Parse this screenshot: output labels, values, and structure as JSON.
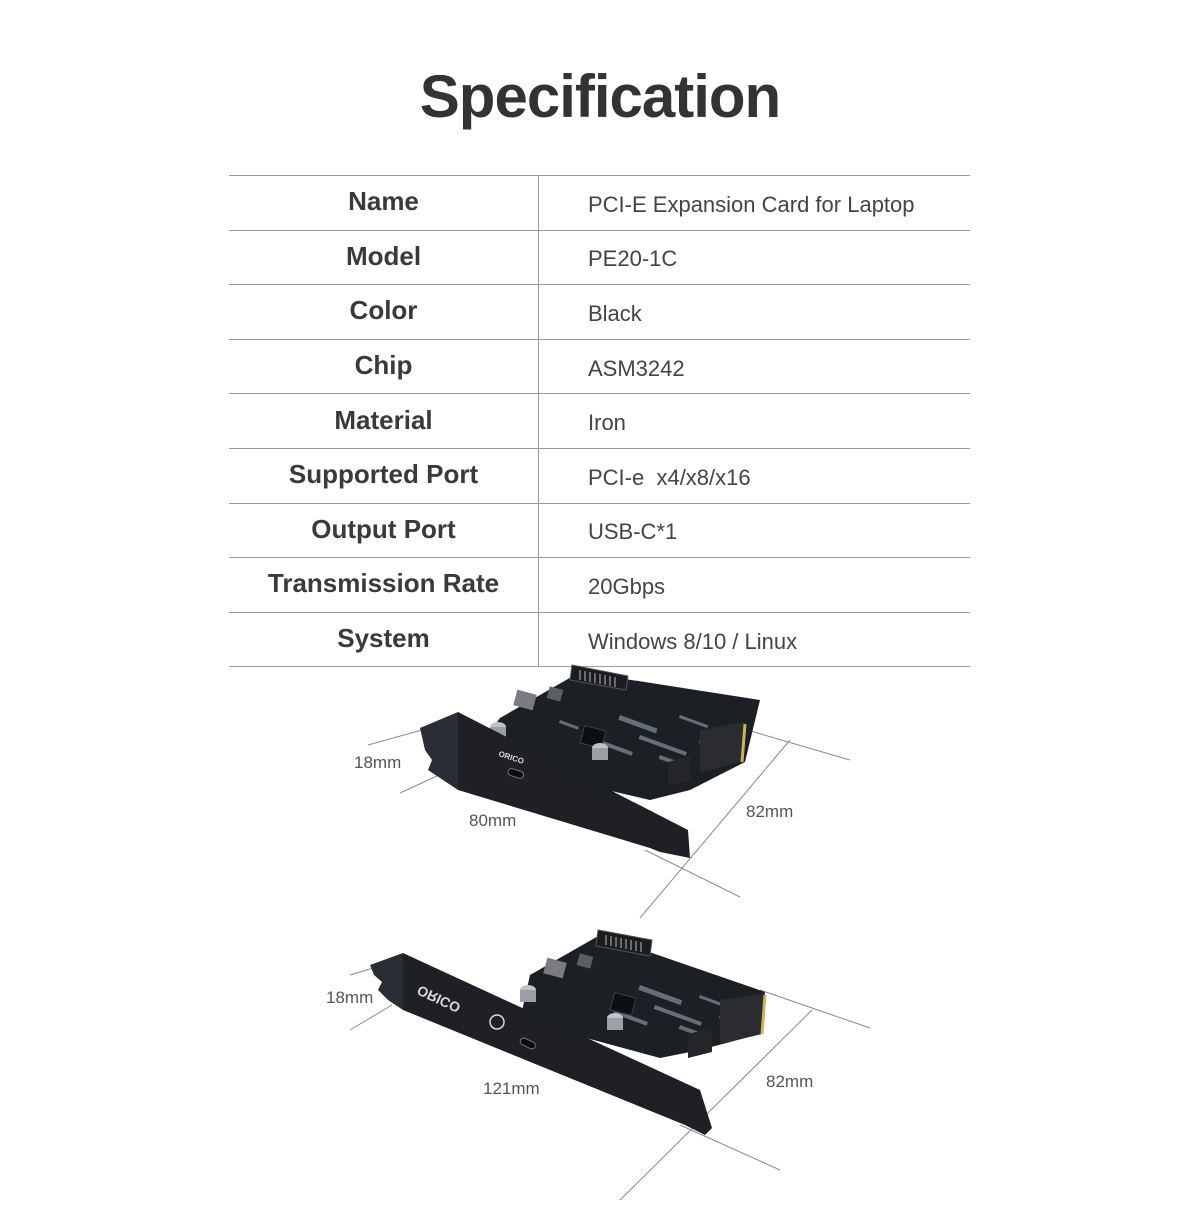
{
  "page": {
    "title": "Specification"
  },
  "spec_table": {
    "rows": [
      {
        "label": "Name",
        "value": "PCI-E Expansion Card for Laptop"
      },
      {
        "label": "Model",
        "value": "PE20-1C"
      },
      {
        "label": "Color",
        "value": "Black"
      },
      {
        "label": "Chip",
        "value": "ASM3242"
      },
      {
        "label": "Material",
        "value": "Iron"
      },
      {
        "label": "Supported Port",
        "value": "PCI-e  x4/x8/x16"
      },
      {
        "label": "Output Port",
        "value": "USB-C*1"
      },
      {
        "label": "Transmission Rate",
        "value": "20Gbps"
      },
      {
        "label": "System",
        "value": "Windows 8/10 / Linux"
      }
    ]
  },
  "figures": {
    "low_profile": {
      "thickness": "18mm",
      "bracket_length": "80mm",
      "card_depth": "82mm",
      "brand": "ORICO"
    },
    "full_height": {
      "thickness": "18mm",
      "bracket_length": "121mm",
      "card_depth": "82mm",
      "brand": "ORICO"
    }
  }
}
